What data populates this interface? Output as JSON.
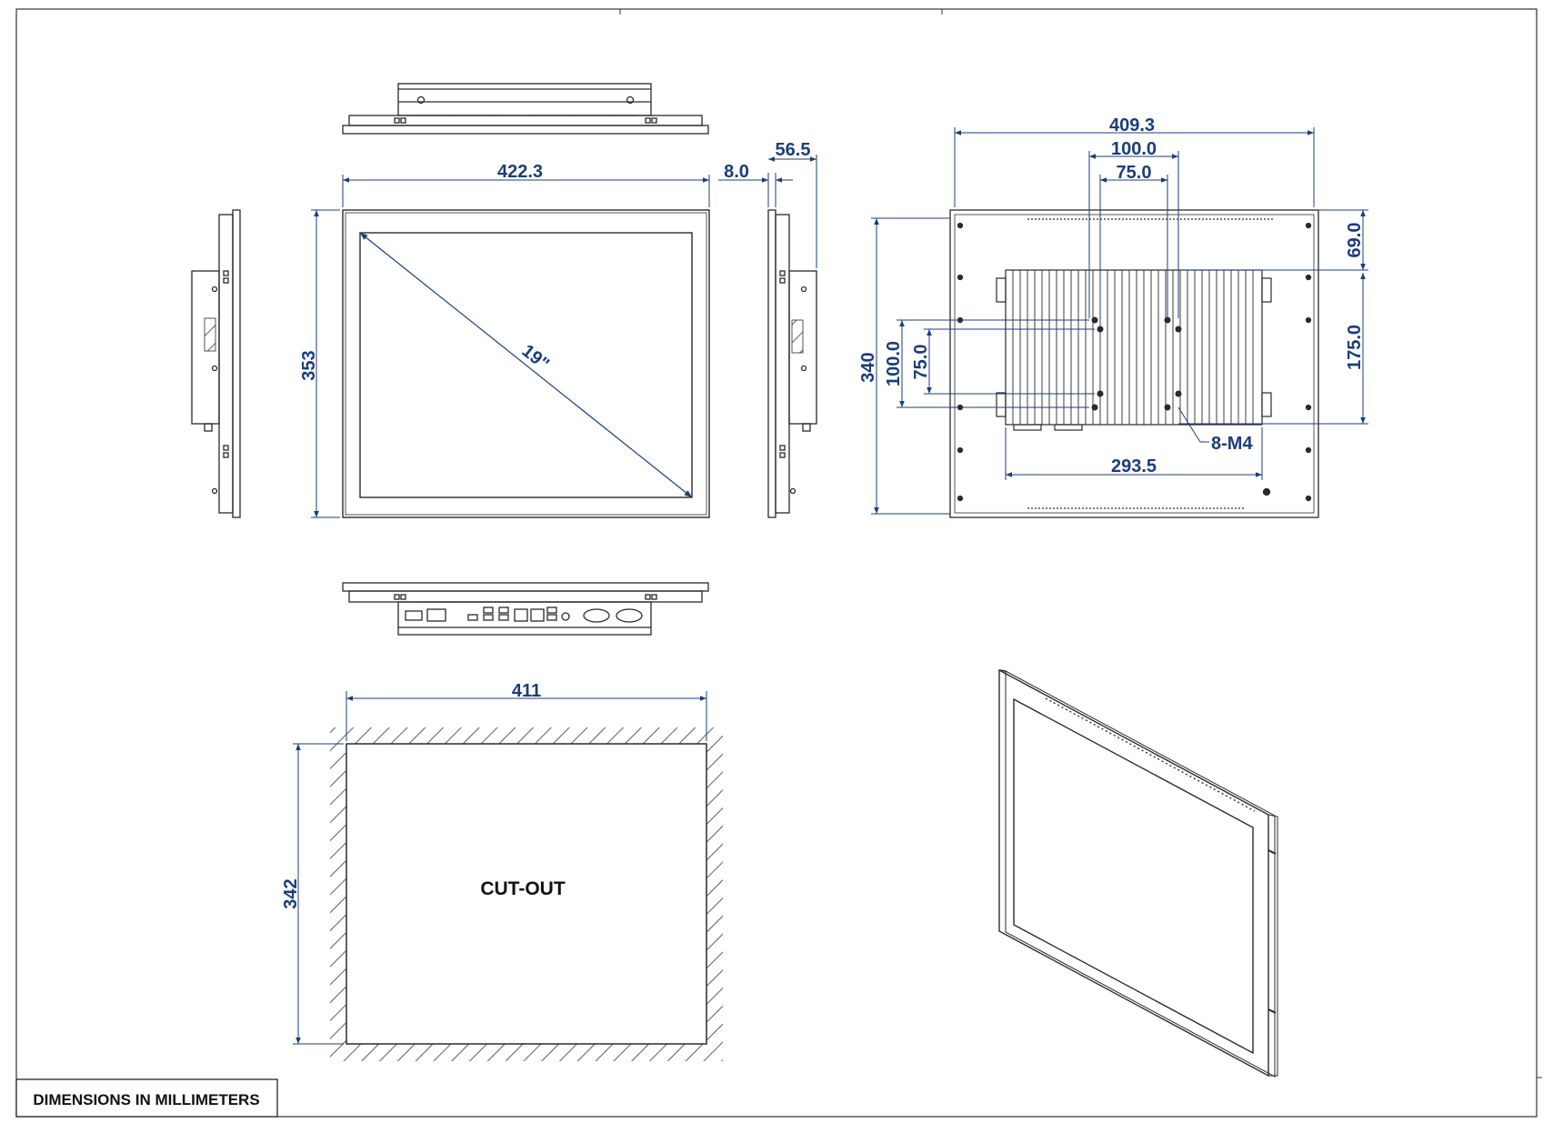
{
  "drawing": {
    "note": "DIMENSIONS IN MILLIMETERS",
    "cutout_label": "CUT-OUT",
    "screen_size": "19\"",
    "hole_spec": "8-M4",
    "front_dims": {
      "width": "422.3",
      "height": "353",
      "bezel_depth": "8.0",
      "total_depth": "56.5"
    },
    "rear_dims": {
      "width": "409.3",
      "vesa_h_outer": "100.0",
      "vesa_h_inner": "75.0",
      "height": "340",
      "vesa_v_outer": "100.0",
      "vesa_v_inner": "75.0",
      "top_offset": "69.0",
      "heatsink_height": "175.0",
      "heatsink_width": "293.5"
    },
    "cutout_dims": {
      "width": "411",
      "height": "342"
    },
    "colors": {
      "line": "#2a2a2a",
      "dimension": "#1c3d7a"
    }
  }
}
